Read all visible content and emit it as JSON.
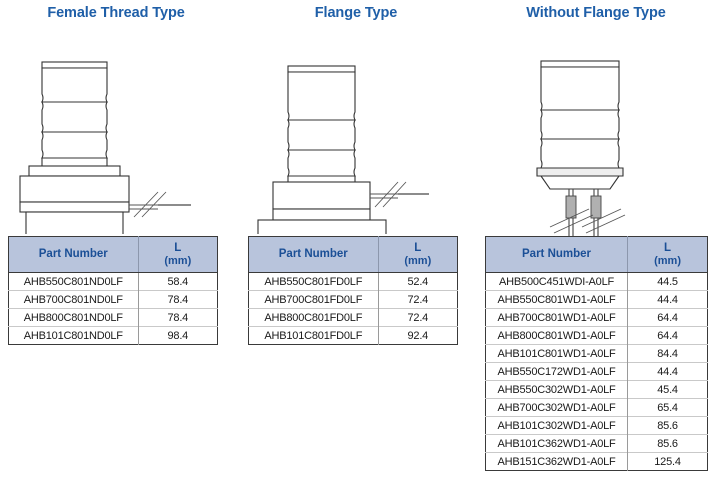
{
  "columns": [
    {
      "title": "Female Thread Type",
      "figure_name": "female-thread-type-diagram",
      "table": {
        "headers": {
          "part_number": "Part Number",
          "l": "L",
          "unit": "(mm)"
        },
        "rows": [
          {
            "part_number": "AHB550C801ND0LF",
            "l": "58.4"
          },
          {
            "part_number": "AHB700C801ND0LF",
            "l": "78.4"
          },
          {
            "part_number": "AHB800C801ND0LF",
            "l": "78.4"
          },
          {
            "part_number": "AHB101C801ND0LF",
            "l": "98.4"
          }
        ]
      }
    },
    {
      "title": "Flange Type",
      "figure_name": "flange-type-diagram",
      "table": {
        "headers": {
          "part_number": "Part Number",
          "l": "L",
          "unit": "(mm)"
        },
        "rows": [
          {
            "part_number": "AHB550C801FD0LF",
            "l": "52.4"
          },
          {
            "part_number": "AHB700C801FD0LF",
            "l": "72.4"
          },
          {
            "part_number": "AHB800C801FD0LF",
            "l": "72.4"
          },
          {
            "part_number": "AHB101C801FD0LF",
            "l": "92.4"
          }
        ]
      }
    },
    {
      "title": "Without Flange Type",
      "figure_name": "without-flange-type-diagram",
      "table": {
        "headers": {
          "part_number": "Part Number",
          "l": "L",
          "unit": "(mm)"
        },
        "rows": [
          {
            "part_number": "AHB500C451WDI-A0LF",
            "l": "44.5"
          },
          {
            "part_number": "AHB550C801WD1-A0LF",
            "l": "44.4"
          },
          {
            "part_number": "AHB700C801WD1-A0LF",
            "l": "64.4"
          },
          {
            "part_number": "AHB800C801WD1-A0LF",
            "l": "64.4"
          },
          {
            "part_number": "AHB101C801WD1-A0LF",
            "l": "84.4"
          },
          {
            "part_number": "AHB550C172WD1-A0LF",
            "l": "44.4"
          },
          {
            "part_number": "AHB550C302WD1-A0LF",
            "l": "45.4"
          },
          {
            "part_number": "AHB700C302WD1-A0LF",
            "l": "65.4"
          },
          {
            "part_number": "AHB101C302WD1-A0LF",
            "l": "85.6"
          },
          {
            "part_number": "AHB101C362WD1-A0LF",
            "l": "85.6"
          },
          {
            "part_number": "AHB151C362WD1-A0LF",
            "l": "125.4"
          }
        ]
      }
    }
  ],
  "colors": {
    "title_blue": "#1f5fa8",
    "header_bg": "#b8c4dc",
    "header_text": "#1b4f96",
    "drawing_stroke": "#333333",
    "lead_sleeve": "#b0b0b0"
  }
}
